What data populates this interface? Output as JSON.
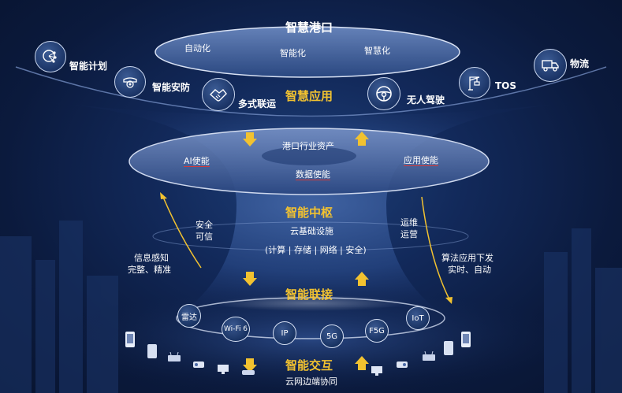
{
  "top": {
    "title": "智慧港口",
    "pills": [
      "自动化",
      "智能化",
      "智慧化"
    ]
  },
  "application": {
    "title": "智慧应用",
    "items": [
      "智能计划",
      "智能安防",
      "多式联运",
      "无人驾驶",
      "TOS",
      "物流"
    ]
  },
  "middle": {
    "assets": "港口行业资产",
    "ai": "AI使能",
    "app_enable": "应用使能",
    "data_enable": "数据使能"
  },
  "hub": {
    "title": "智能中枢",
    "infra": "云基础设施",
    "infra_detail": "(计算 | 存储 | 网络 | 安全)",
    "left_label_1": "安全",
    "left_label_2": "可信",
    "right_label_1": "运维",
    "right_label_2": "运营"
  },
  "side": {
    "left_1": "信息感知",
    "left_2": "完整、精准",
    "right_1": "算法应用下发",
    "right_2": "实时、自动"
  },
  "connect": {
    "title": "智能联接",
    "nodes": [
      "雷达",
      "Wi-Fi 6",
      "IP",
      "5G",
      "F5G",
      "IoT"
    ]
  },
  "interact": {
    "title": "智能交互",
    "subtitle": "云网边端协同"
  },
  "colors": {
    "accent": "#f2c230",
    "background": "#0b1a3d",
    "ring": "#cfd9ee"
  }
}
